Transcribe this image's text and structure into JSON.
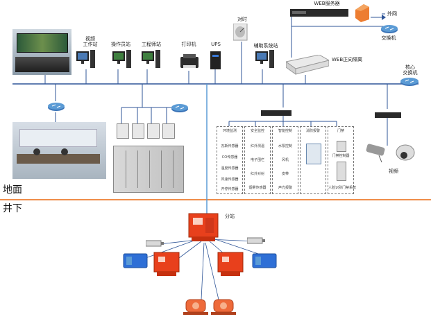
{
  "sections": {
    "ground": "地面",
    "underground": "井下"
  },
  "devices": {
    "video_ws": "视频\n工作站",
    "operator_ws": "操作员站",
    "engineer_ws": "工程师站",
    "printer": "打印机",
    "ups": "UPS",
    "timing": "对时",
    "aux_ws": "辅助系统站",
    "web_server": "WEB服务器",
    "external": "外网",
    "switch": "交换机",
    "web_isolation": "WEB正向隔离",
    "core_switch": "核心\n交换机",
    "video": "视频",
    "substation": "分站"
  },
  "subsystem_boxes": [
    {
      "title": "环境监测",
      "items": [
        "瓦斯传感器",
        "CO传感器",
        "温度传感器",
        "风速传感器",
        "开停传感器"
      ]
    },
    {
      "title": "安全监控",
      "items": [
        "红外测温",
        "电子围栏",
        "红外对射",
        "烟雾传感器"
      ]
    },
    {
      "title": "智能控制",
      "items": [
        "水泵控制",
        "风机",
        "皮带",
        "声光报警"
      ]
    },
    {
      "title": "消防报警",
      "items": []
    },
    {
      "title": "门禁",
      "items": [
        "门禁控制器",
        "人脸识别门禁系统"
      ]
    }
  ],
  "colors": {
    "bus": "#2f5597",
    "ground_line": "#ed7d31",
    "uplink": "#5b9bd5"
  }
}
